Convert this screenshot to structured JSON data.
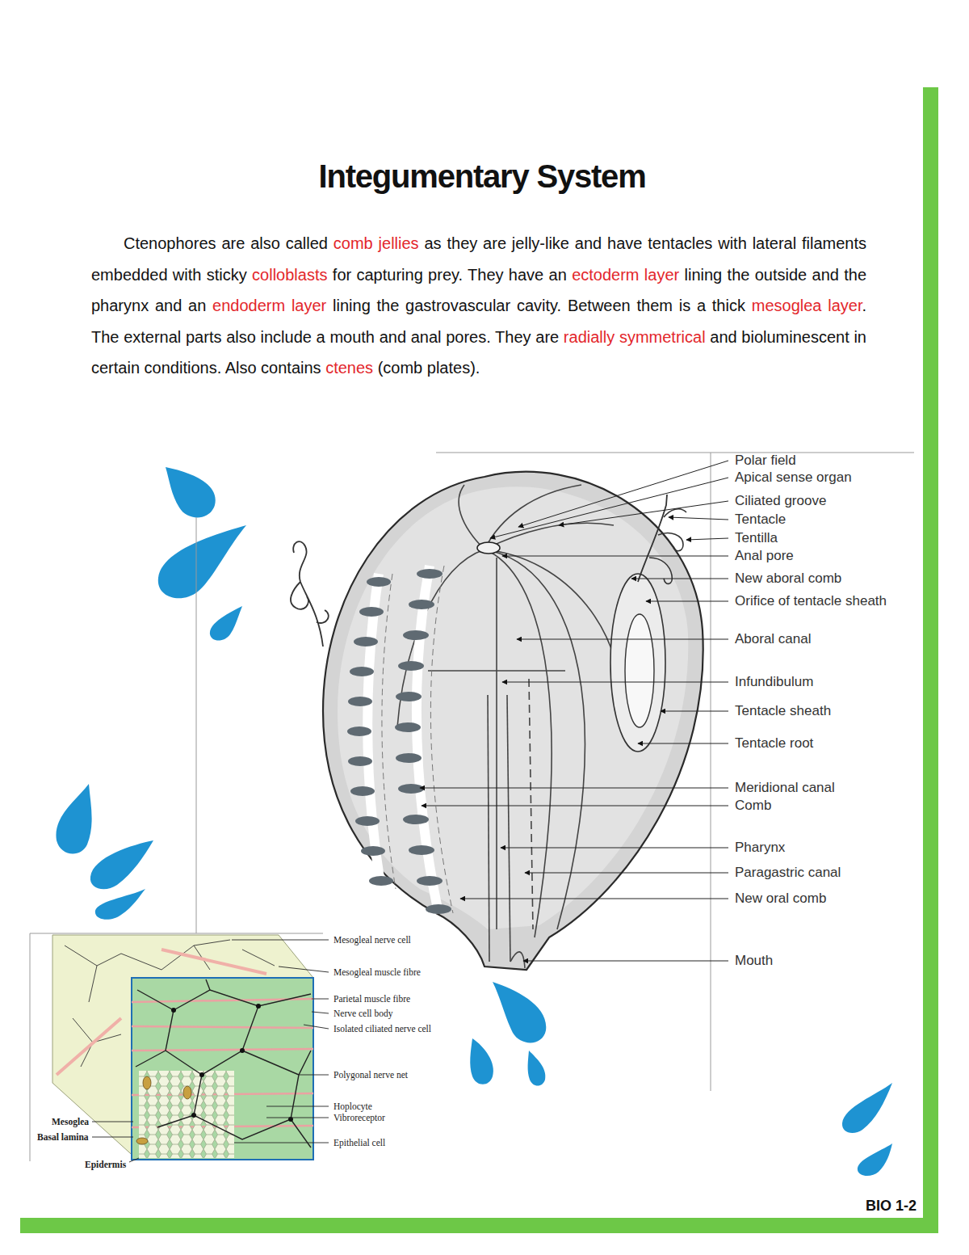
{
  "diagram": {
    "title": "Integumentary System",
    "labels": [
      "Ctenophores are also called",
      "comb jellies",
      "as they are jelly-like and have tentacles with lateral filaments embedded with sticky",
      "colloblasts",
      "for capturing prey. They have an",
      "ectoderm layer",
      "lining the outside and the pharynx and an",
      "endoderm layer",
      "lining the gastrovascular cavity. Between them is a thick",
      "mesoglea layer",
      ". The external parts also include a mouth and anal pores. They are",
      "radially symmetrical",
      "and bioluminescent in certain conditions. Also contains",
      "ctenes",
      "(comb plates).",
      "Polar field",
      "Apical sense organ",
      "Ciliated groove",
      "Tentacle",
      "Tentilla",
      "Anal pore",
      "New aboral comb",
      "Orifice of tentacle sheath",
      "Aboral canal",
      "Infundibulum",
      "Tentacle sheath",
      "Tentacle root",
      "Meridional canal",
      "Comb",
      "Pharynx",
      "Paragastric canal",
      "New oral comb",
      "Mouth",
      "Mesogleal nerve cell",
      "Mesogleal muscle fibre",
      "Parietal muscle fibre",
      "Nerve cell body",
      "Isolated ciliated nerve cell",
      "Polygonal nerve net",
      "Hoplocyte",
      "Vibroreceptor",
      "Epithelial cell",
      "Mesoglea",
      "Basal lamina",
      "Epidermis",
      "BIO 1-2"
    ]
  }
}
